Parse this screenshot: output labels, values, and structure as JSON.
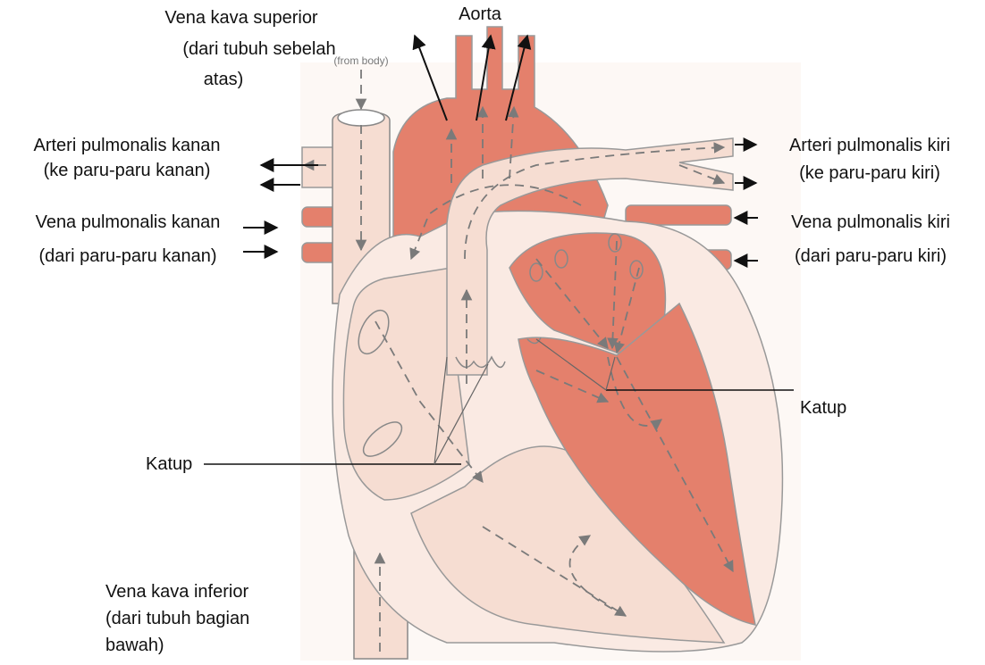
{
  "diagram": {
    "image_text": "(from body)",
    "colors": {
      "oxygenated": "#e4806c",
      "deoxygenated": "#f6ddd2",
      "outline": "#8a8a8a",
      "flow": "#7a7a7a",
      "wall": "#faeae3"
    },
    "labels": {
      "svc_line1": "Vena kava superior",
      "svc_line2": "(dari tubuh  sebelah",
      "svc_line3": "atas)",
      "aorta": "Aorta",
      "rpa_line1": "Arteri pulmonalis kanan",
      "rpa_line2": "(ke paru-paru kanan)",
      "rpv_line1": "Vena pulmonalis kanan",
      "rpv_line2": "(dari paru-paru kanan)",
      "lpa_line1": "Arteri pulmonalis kiri",
      "lpa_line2": "(ke paru-paru kiri)",
      "lpv_line1": "Vena pulmonalis kiri",
      "lpv_line2": "(dari paru-paru kiri)",
      "katup_right": "Katup",
      "katup_left": "Katup",
      "ivc_line1": "Vena kava inferior",
      "ivc_line2": "(dari tubuh bagian",
      "ivc_line3": "bawah)"
    }
  }
}
